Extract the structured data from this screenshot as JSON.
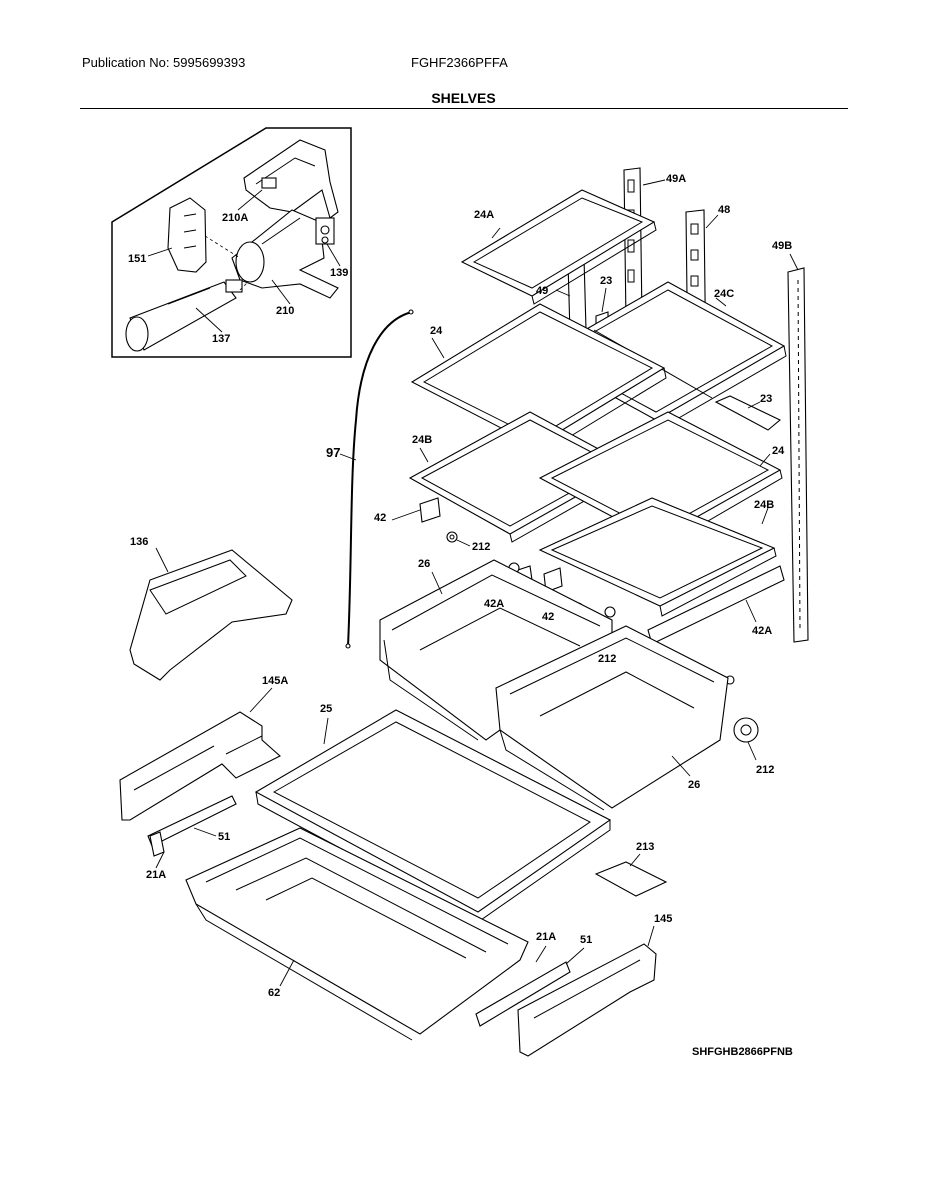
{
  "header": {
    "publication": "Publication No: 5995699393",
    "model": "FGHF2366PFFA",
    "section_title": "SHELVES"
  },
  "diagram_code": "SHFGHB2866PFNB",
  "callouts": {
    "c49A": "49A",
    "c48": "48",
    "c49B": "49B",
    "c24A": "24A",
    "c49": "49",
    "c23a": "23",
    "c24C": "24C",
    "c24a": "24",
    "c23b": "23",
    "c97": "97",
    "c24Ba": "24B",
    "c24b": "24",
    "c24Bb": "24B",
    "c42a": "42",
    "c212a": "212",
    "c26a": "26",
    "c42Aa": "42A",
    "c42b": "42",
    "c212b": "212",
    "c42Ab": "42A",
    "c136": "136",
    "c145A": "145A",
    "c25": "25",
    "c212c": "212",
    "c26b": "26",
    "c51a": "51",
    "c21Aa": "21A",
    "c213": "213",
    "c21Ab": "21A",
    "c51b": "51",
    "c145": "145",
    "c62": "62",
    "c210A": "210A",
    "c151": "151",
    "c139": "139",
    "c210": "210",
    "c137": "137"
  }
}
